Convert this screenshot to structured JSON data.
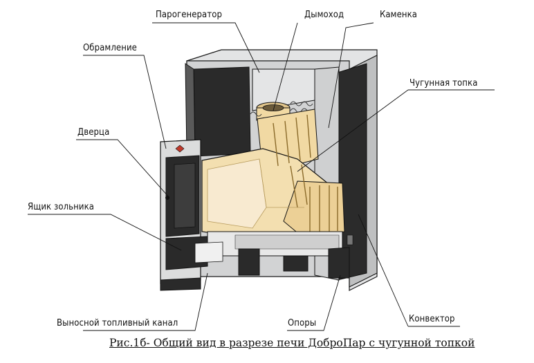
{
  "labels": {
    "steam_generator": "Парогенератор",
    "chimney": "Дымоход",
    "heater": "Каменка",
    "frame": "Обрамление",
    "cast_iron_firebox": "Чугунная топка",
    "door": "Дверца",
    "ash_box": "Ящик зольника",
    "remote_fuel_channel": "Выносной топливный канал",
    "supports": "Опоры",
    "convector": "Конвектор"
  },
  "caption": "Рис.1б- Общий вид в разрезе печи ДоброПар с чугунной топкой",
  "colors": {
    "steel_dark": "#2a2a2a",
    "steel_light": "#d9dadb",
    "cast_iron": "#f1d9a3",
    "cast_iron_shade": "#d8b36a",
    "outline": "#1a1a1a"
  }
}
